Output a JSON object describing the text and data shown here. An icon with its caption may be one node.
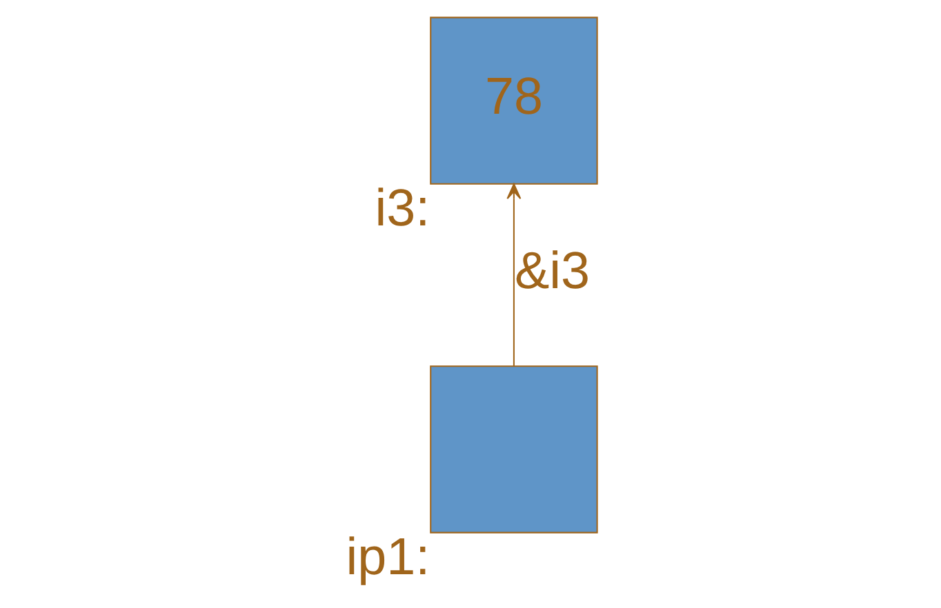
{
  "diagram": {
    "nodes": [
      {
        "text": [
          "78"
        ],
        "beside": [
          "i3:"
        ]
      },
      {
        "text": [],
        "shape": "box",
        "beside": [
          "ip1:"
        ]
      }
    ],
    "edges": [
      {
        "from": 1,
        "to": 0,
        "arrow": "to",
        "label": "&i3"
      }
    ]
  }
}
